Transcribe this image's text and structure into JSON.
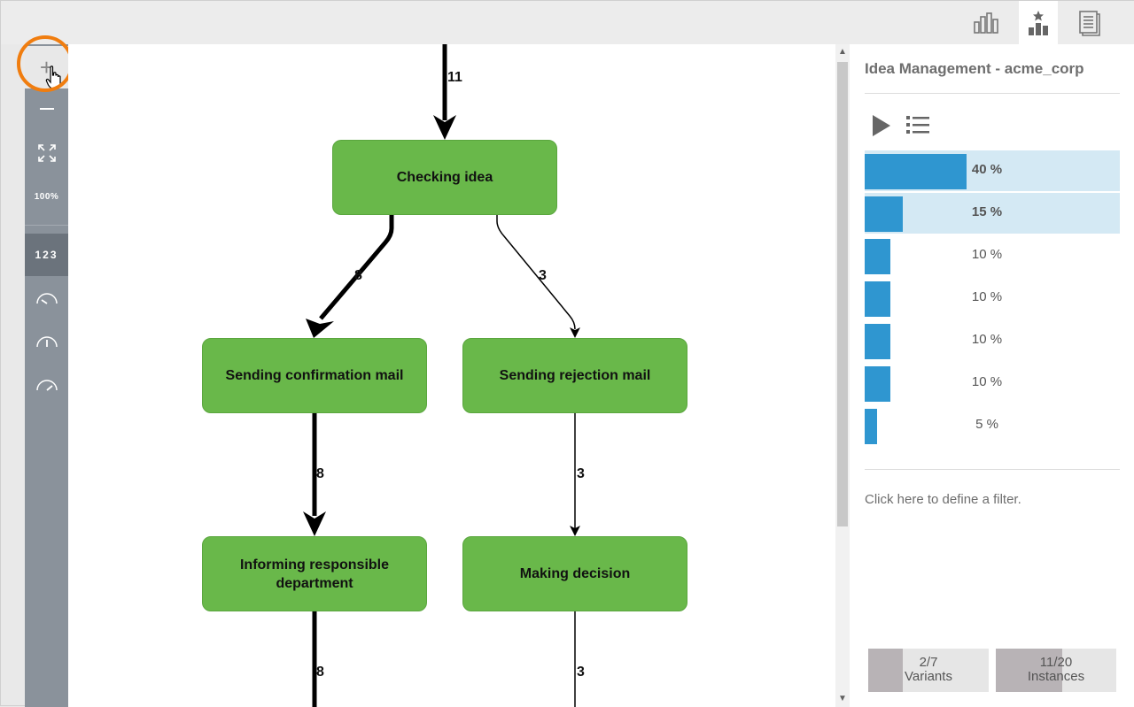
{
  "app": {
    "panel_title": "Idea Management - acme_corp",
    "filter_text": "Click here to define a filter."
  },
  "topbar_icons": [
    "bar-chart-icon",
    "starred-chart-icon",
    "document-icon"
  ],
  "toolbar": {
    "zoom_in": "+",
    "zoom_fit_label": "100%",
    "count_label": "123"
  },
  "graph": {
    "nodes": [
      {
        "id": "checking",
        "label": "Checking idea"
      },
      {
        "id": "confirm",
        "label": "Sending confirmation mail"
      },
      {
        "id": "reject",
        "label": "Sending rejection mail"
      },
      {
        "id": "inform",
        "label": "Informing responsible department"
      },
      {
        "id": "decision",
        "label": "Making decision"
      }
    ],
    "edge_labels": [
      "11",
      "8",
      "3",
      "8",
      "3",
      "8",
      "3"
    ]
  },
  "variants": [
    {
      "label": "40 %",
      "value": 0.4,
      "highlighted": true
    },
    {
      "label": "15 %",
      "value": 0.15,
      "highlighted": true
    },
    {
      "label": "10 %",
      "value": 0.1,
      "highlighted": false
    },
    {
      "label": "10 %",
      "value": 0.1,
      "highlighted": false
    },
    {
      "label": "10 %",
      "value": 0.1,
      "highlighted": false
    },
    {
      "label": "10 %",
      "value": 0.1,
      "highlighted": false
    },
    {
      "label": "5 %",
      "value": 0.05,
      "highlighted": false
    }
  ],
  "counters": {
    "variants": {
      "value": "2/7",
      "label": "Variants",
      "fraction": 0.2857
    },
    "instances": {
      "value": "11/20",
      "label": "Instances",
      "fraction": 0.55
    }
  },
  "colors": {
    "node": "#69b84a",
    "bar": "#2f96d0",
    "highlight_row": "#d4e9f4",
    "cursor_ring": "#f07d0f"
  }
}
